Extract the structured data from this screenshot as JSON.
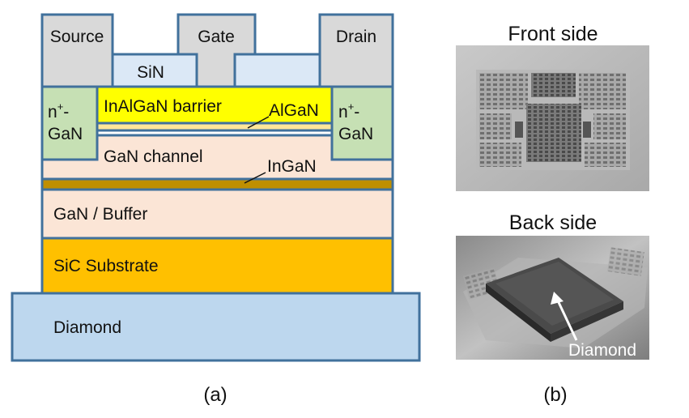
{
  "panel_a": {
    "source": "Source",
    "gate": "Gate",
    "drain": "Drain",
    "sin": "SiN",
    "n_plus_left_1": "n",
    "n_plus_sup": "+",
    "n_plus_left_2": "-",
    "n_gan_left": "GaN",
    "n_plus_right_1": "n",
    "n_plus_right_2": "-",
    "n_gan_right": "GaN",
    "barrier": "InAlGaN barrier",
    "algan": "AlGaN",
    "channel": "GaN channel",
    "ingan": "InGaN",
    "buffer": "GaN / Buffer",
    "substrate": "SiC Substrate",
    "diamond": "Diamond",
    "caption": "(a)"
  },
  "panel_b": {
    "front_title": "Front side",
    "back_title": "Back side",
    "diamond_label": "Diamond",
    "caption": "(b)"
  },
  "colors": {
    "outline": "#41719c",
    "metal": "#d9d9d9",
    "sin": "#dbe8f6",
    "n_gan": "#c6e0b4",
    "barrier": "#ffff00",
    "spacer": "#ffe699",
    "gan": "#fbe5d6",
    "ingan": "#bf8f00",
    "sic": "#ffc000",
    "diamond": "#bdd7ee"
  }
}
